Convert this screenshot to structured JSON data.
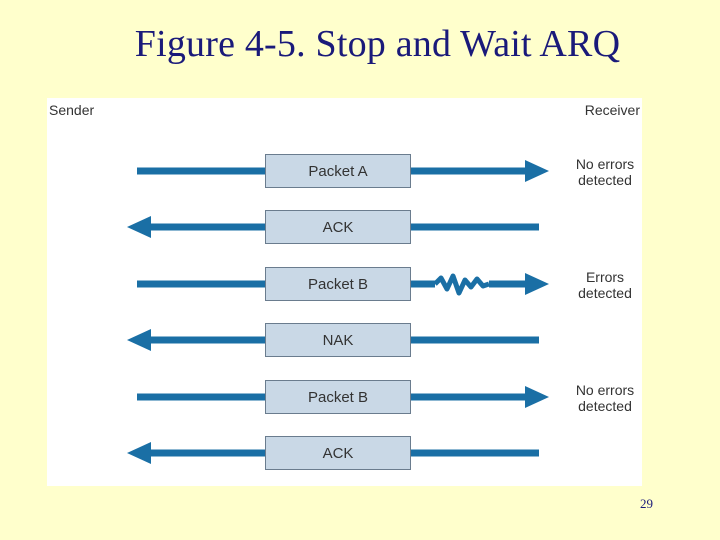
{
  "title": "Figure 4-5. Stop and Wait ARQ",
  "sender_label": "Sender",
  "receiver_label": "Receiver",
  "colors": {
    "background": "#FFFFCC",
    "arrow": "#1a6fa5",
    "box": "#c9d8e6"
  },
  "messages": [
    {
      "label": "Packet A",
      "direction": "to-receiver",
      "corrupted": false,
      "status": [
        "No errors",
        "detected"
      ]
    },
    {
      "label": "ACK",
      "direction": "to-sender",
      "corrupted": false,
      "status": []
    },
    {
      "label": "Packet B",
      "direction": "to-receiver",
      "corrupted": true,
      "status": [
        "Errors",
        "detected"
      ]
    },
    {
      "label": "NAK",
      "direction": "to-sender",
      "corrupted": false,
      "status": []
    },
    {
      "label": "Packet B",
      "direction": "to-receiver",
      "corrupted": false,
      "status": [
        "No errors",
        "detected"
      ]
    },
    {
      "label": "ACK",
      "direction": "to-sender",
      "corrupted": false,
      "status": []
    }
  ],
  "page_number": "29"
}
